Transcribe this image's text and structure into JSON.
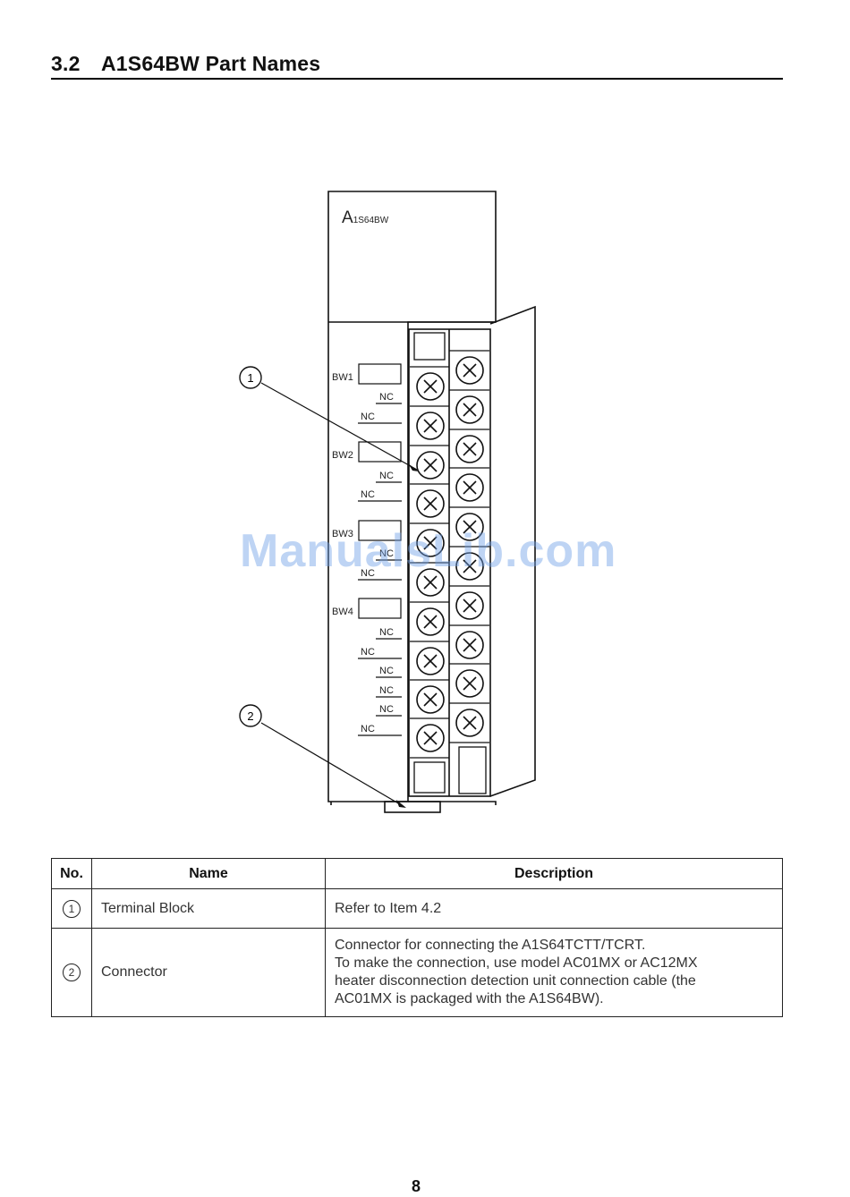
{
  "section": {
    "number": "3.2",
    "title": "A1S64BW Part Names"
  },
  "diagram": {
    "module_label_prefix": "A",
    "module_label_suffix": "1S64BW",
    "callouts": [
      "1",
      "2"
    ],
    "terminal_labels": [
      "BW1",
      "NC",
      "NC",
      "BW2",
      "NC",
      "NC",
      "BW3",
      "NC",
      "NC",
      "BW4",
      "NC",
      "NC",
      "NC",
      "NC",
      "NC",
      "NC"
    ]
  },
  "watermark": "ManualsLib.com",
  "table": {
    "headers": {
      "no": "No.",
      "name": "Name",
      "description": "Description"
    },
    "rows": [
      {
        "no": "1",
        "name": "Terminal Block",
        "description": [
          "Refer to Item 4.2"
        ]
      },
      {
        "no": "2",
        "name": "Connector",
        "description": [
          "Connector for connecting the A1S64TCTT/TCRT.",
          "To make the connection, use model AC01MX or AC12MX",
          "heater disconnection detection unit connection cable (the",
          "AC01MX is packaged with the A1S64BW)."
        ]
      }
    ]
  },
  "page_number": "8"
}
